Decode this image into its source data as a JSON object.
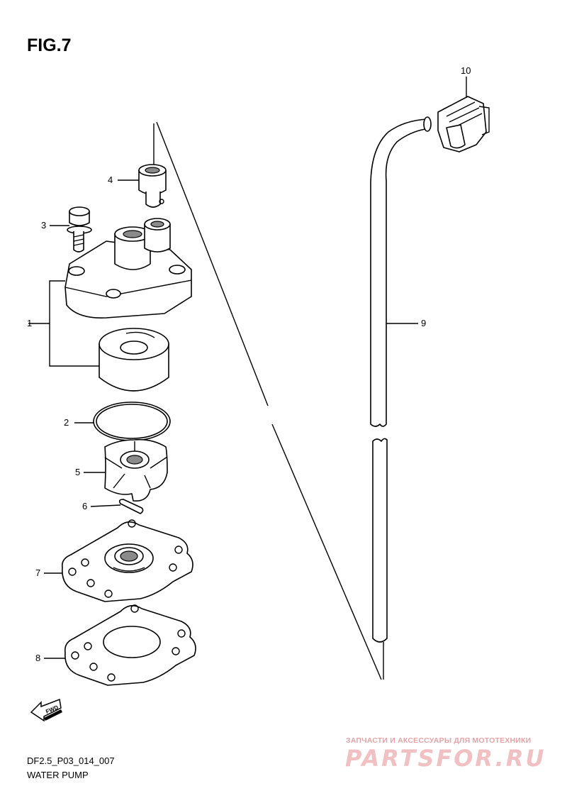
{
  "figure": {
    "title": "FIG.7"
  },
  "callouts": [
    {
      "number": "1"
    },
    {
      "number": "2"
    },
    {
      "number": "3"
    },
    {
      "number": "4"
    },
    {
      "number": "5"
    },
    {
      "number": "6"
    },
    {
      "number": "7"
    },
    {
      "number": "8"
    },
    {
      "number": "9"
    },
    {
      "number": "10"
    }
  ],
  "footer": {
    "code": "DF2.5_P03_014_007",
    "name": "WATER PUMP"
  },
  "fwd_badge": {
    "label": "FWD"
  },
  "watermark": {
    "tagline": "ЗАПЧАСТИ И АКСЕССУАРЫ ДЛЯ МОТОТЕХНИКИ",
    "logo": "PARTSFOR.RU",
    "color": "#f0c0c2"
  }
}
